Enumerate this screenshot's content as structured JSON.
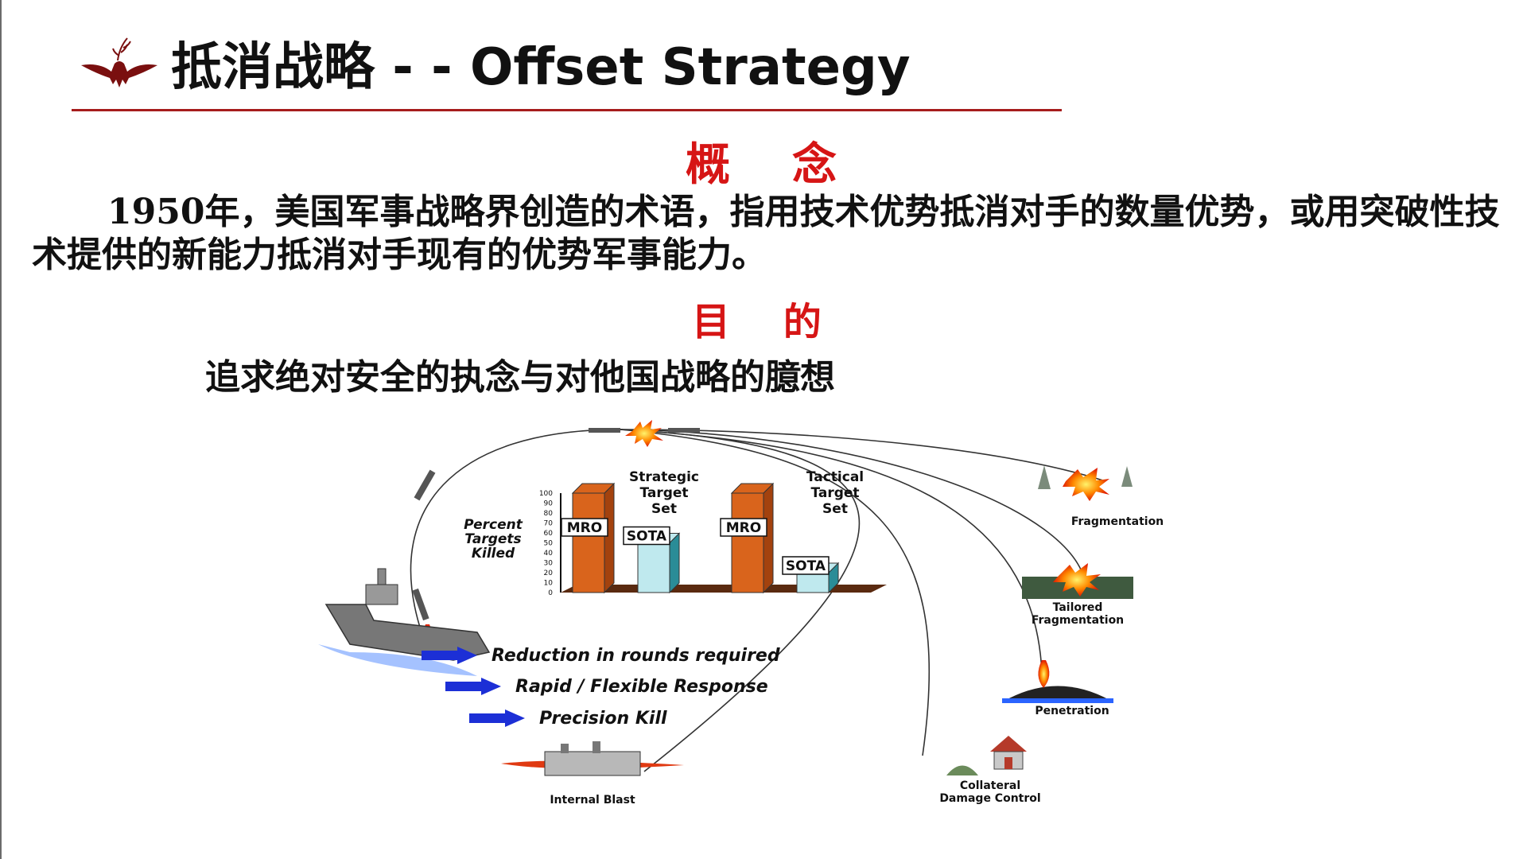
{
  "slide": {
    "title": "抵消战略 -   - Offset Strategy",
    "concept_heading": "概    念",
    "concept_text": "1950年，美国军事战略界创造的术语，指用技术优势抵消对手的数量优势，或用突破性技术提供的新能力抵消对手现有的优势军事能力。",
    "purpose_heading": "目    的",
    "purpose_text": "追求绝对安全的执念与对他国战略的臆想"
  },
  "figure": {
    "y_axis_title": [
      "Percent",
      "Targets",
      "Killed"
    ],
    "y_ticks": [
      "0",
      "10",
      "20",
      "30",
      "40",
      "50",
      "60",
      "70",
      "80",
      "90",
      "100"
    ],
    "groups": [
      {
        "title": [
          "Strategic",
          "Target",
          "Set"
        ],
        "bars": [
          {
            "label": "MRO",
            "value": 100
          },
          {
            "label": "SOTA",
            "value": 50
          }
        ]
      },
      {
        "title": [
          "Tactical",
          "Target",
          "Set"
        ],
        "bars": [
          {
            "label": "MRO",
            "value": 100
          },
          {
            "label": "SOTA",
            "value": 20
          }
        ]
      }
    ],
    "benefits": [
      "Reduction in rounds required",
      "Rapid / Flexible Response",
      "Precision Kill"
    ],
    "effects": {
      "fragmentation": "Fragmentation",
      "tailored": [
        "Tailored",
        "Fragmentation"
      ],
      "penetration": "Penetration",
      "collateral": [
        "Collateral",
        "Damage Control"
      ],
      "internal_blast": "Internal Blast"
    }
  },
  "colors": {
    "title_rule": "#a61c1c",
    "heading_red": "#d61515",
    "mro_bar": "#d9641c",
    "sota_bar": "#bfe9ee",
    "arrow_blue": "#1c2fd6",
    "bar_base": "#5a2a10"
  },
  "icons": [
    "eagle-logo-icon",
    "warship-icon",
    "missile-icon",
    "explosion-icon",
    "school-house-icon",
    "factory-building-icon"
  ]
}
